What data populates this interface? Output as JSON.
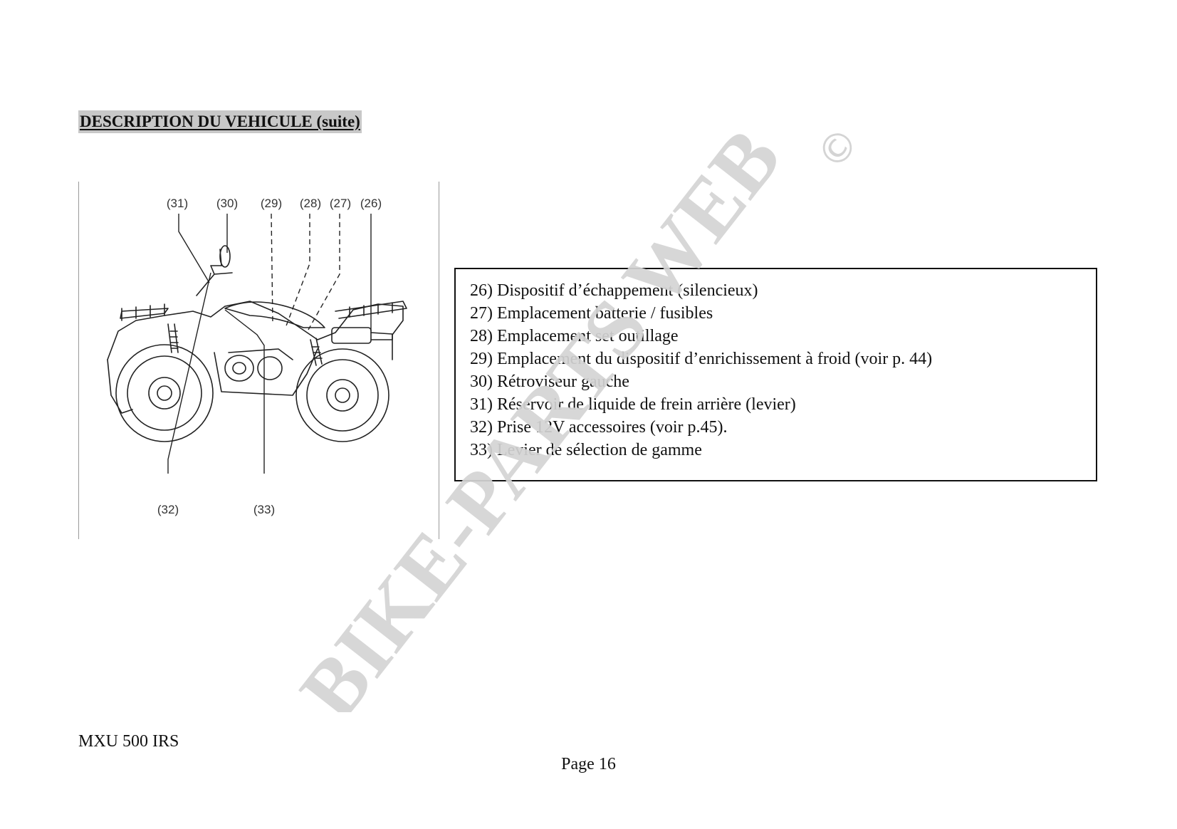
{
  "heading": "DESCRIPTION DU VEHICULE (suite)",
  "figure": {
    "icon": "atv-side-view-illustration",
    "callouts_top": [
      "(31)",
      "(30)",
      "(29)",
      "(28)",
      "(27)",
      "(26)"
    ],
    "callouts_bottom": [
      "(32)",
      "(33)"
    ]
  },
  "legend": [
    "26) Dispositif d’échappement (silencieux)",
    "27) Emplacement batterie / fusibles",
    "28) Emplacement set outillage",
    "29) Emplacement du dispositif d’enrichissement à froid (voir p. 44)",
    "30) Rétroviseur gauche",
    "31) Réservoir de liquide de frein arrière (levier)",
    "32) Prise 12V accessoires (voir p.45).",
    "33) Levier de sélection de gamme"
  ],
  "footer": {
    "model": "MXU 500 IRS",
    "page": "Page 16"
  },
  "watermark": {
    "text": "BIKE-PARTS WEB",
    "symbol": "©",
    "color": "#d4d4d4"
  }
}
